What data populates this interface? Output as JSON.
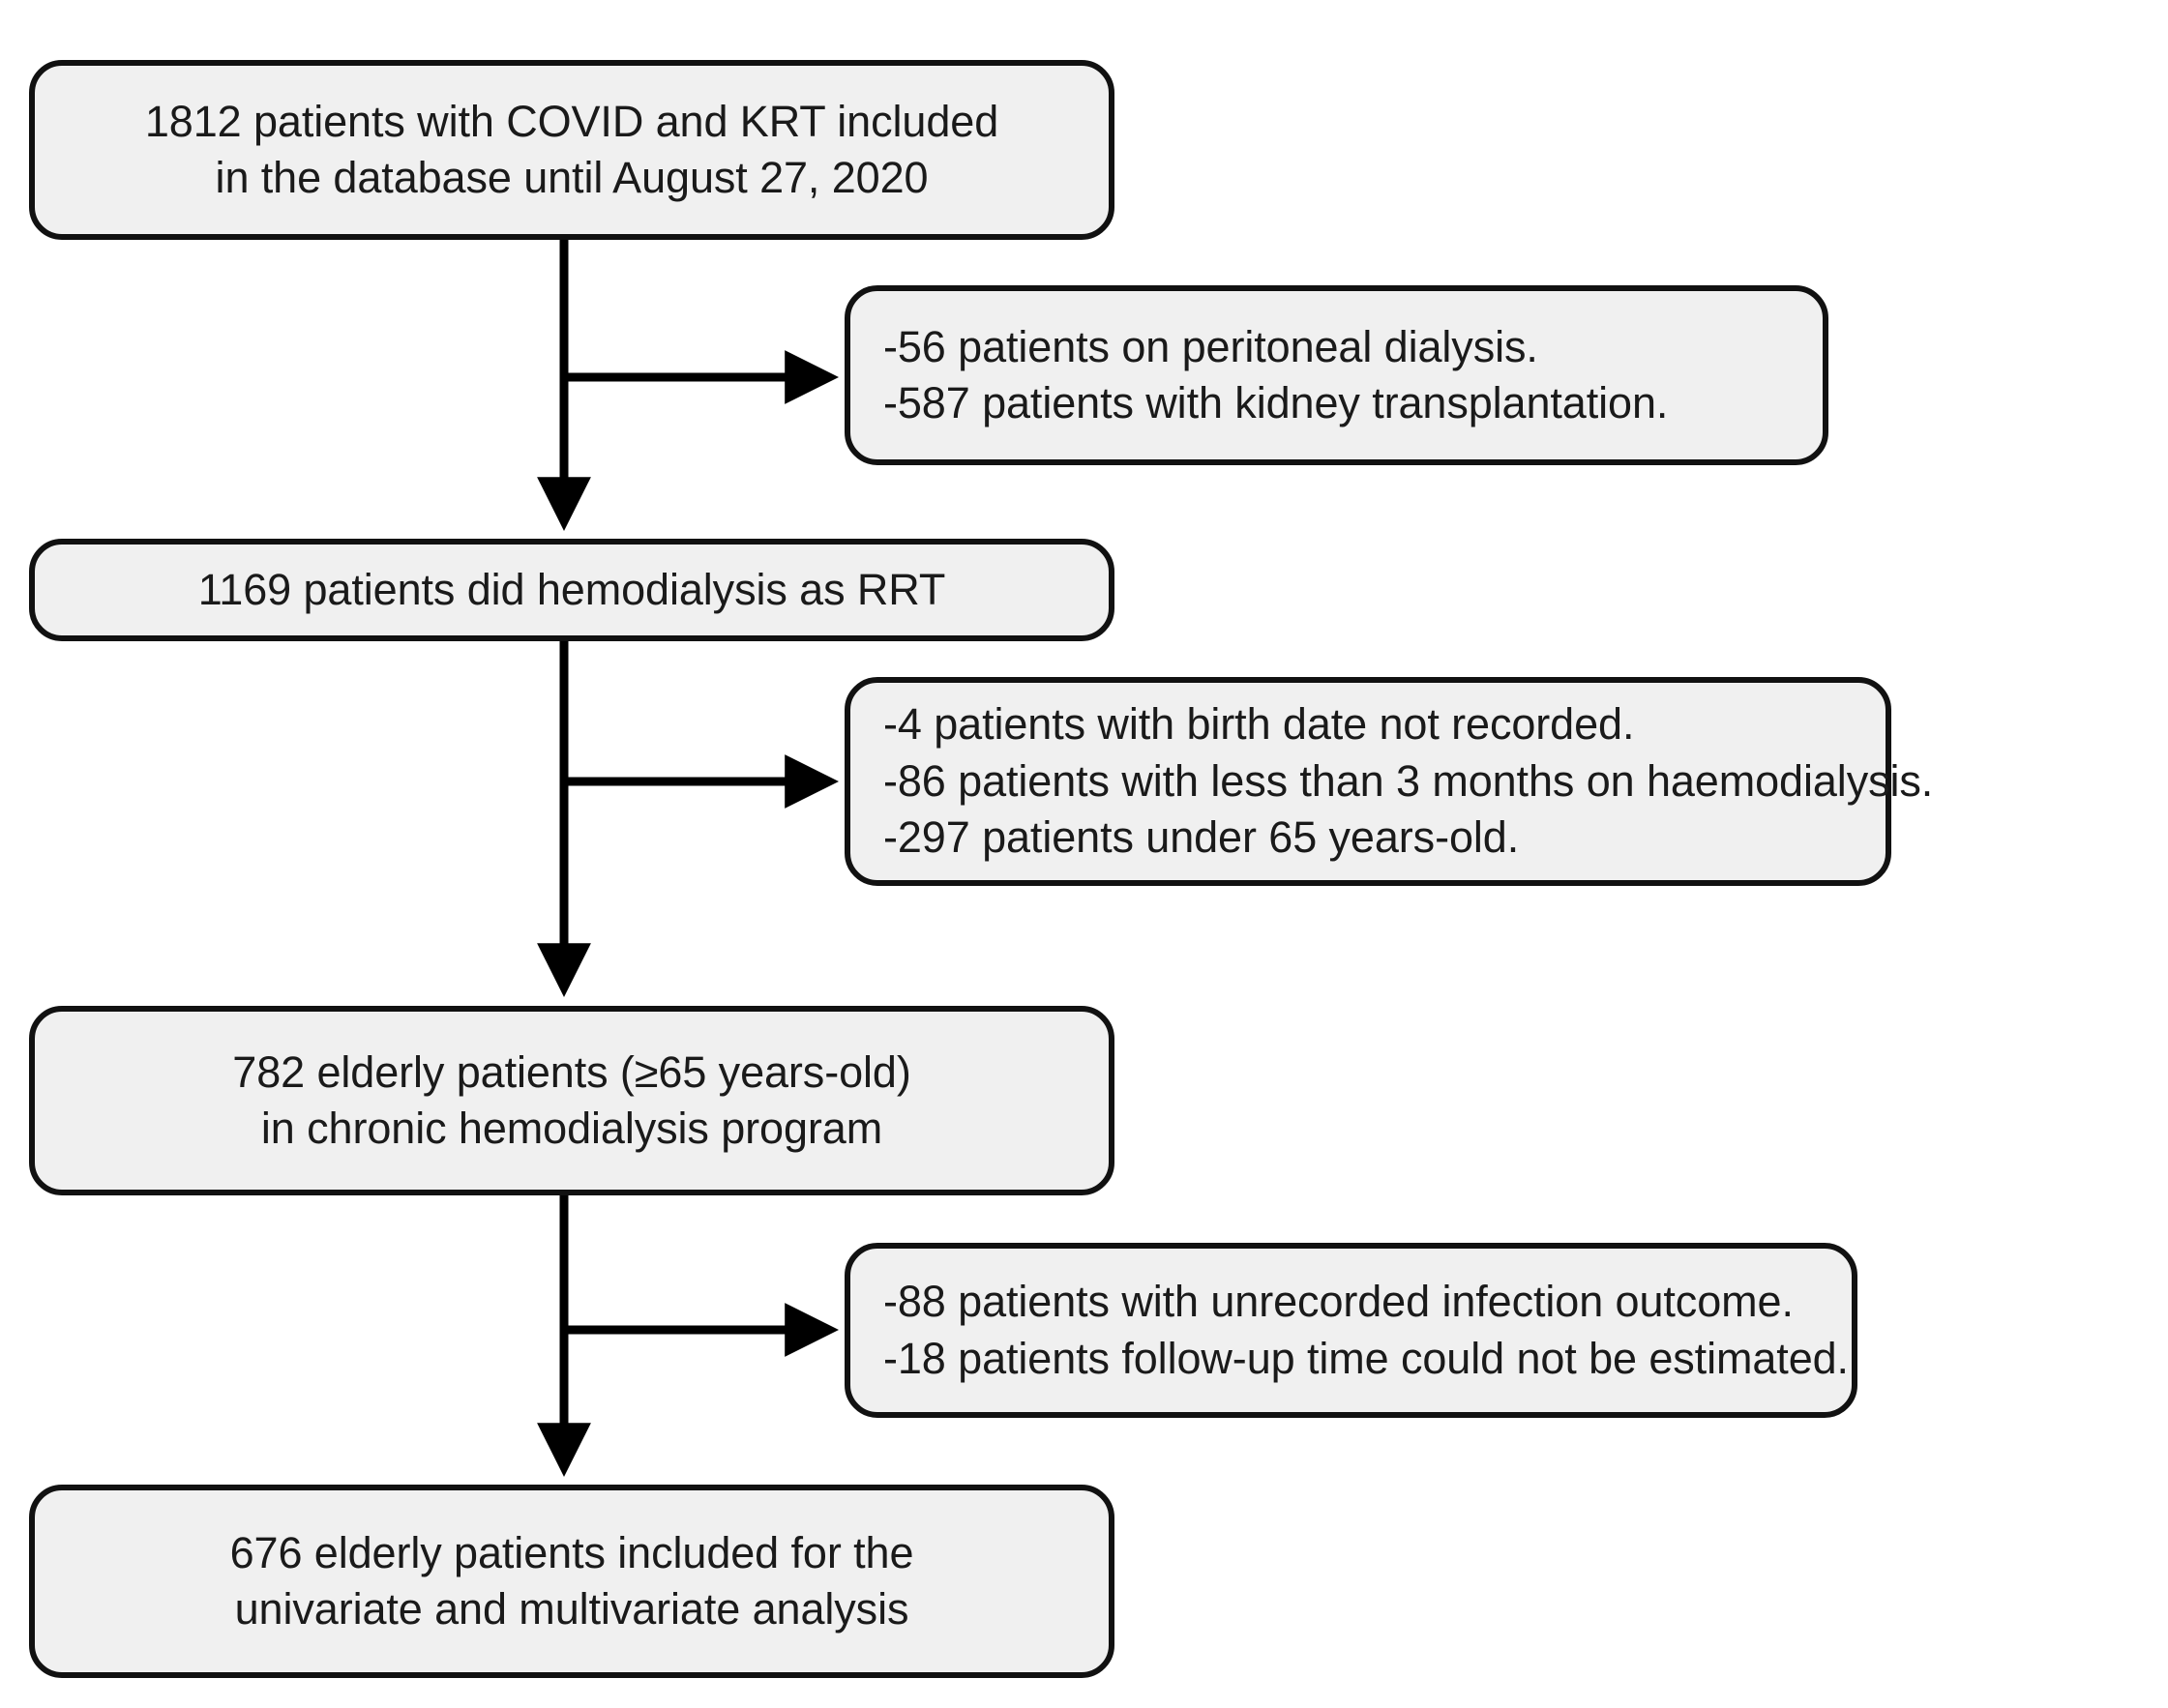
{
  "diagram": {
    "type": "flowchart",
    "title": "Patient selection flow diagram",
    "colors": {
      "node_fill": "#f0f0f0",
      "node_border": "#111111",
      "connector": "#000000",
      "text": "#1a1a1a",
      "background": "#ffffff"
    },
    "nodes": [
      {
        "id": "included",
        "kind": "main",
        "count": 1812,
        "lines": [
          "1812 patients with COVID and KRT included",
          "in the database until August 27, 2020"
        ]
      },
      {
        "id": "exclusion-1",
        "kind": "exclusion",
        "lines": [
          "-56 patients on peritoneal dialysis.",
          "-587 patients with kidney transplantation."
        ]
      },
      {
        "id": "hd-rrt",
        "kind": "main",
        "count": 1169,
        "lines": [
          "1169 patients did hemodialysis as RRT"
        ]
      },
      {
        "id": "exclusion-2",
        "kind": "exclusion",
        "lines": [
          "-4 patients with birth date not recorded.",
          "-86 patients with less than 3 months on haemodialysis.",
          "-297 patients under 65 years-old."
        ]
      },
      {
        "id": "elderly",
        "kind": "main",
        "count": 782,
        "lines": [
          "782 elderly patients (≥65 years-old)",
          "in chronic hemodialysis program"
        ]
      },
      {
        "id": "exclusion-3",
        "kind": "exclusion",
        "lines": [
          "-88 patients with unrecorded infection outcome.",
          "-18 patients follow-up time could not be estimated."
        ]
      },
      {
        "id": "final",
        "kind": "main",
        "count": 676,
        "lines": [
          "676 elderly patients included for the",
          "univariate and multivariate analysis"
        ]
      }
    ],
    "connectors": [
      {
        "id": "included-to-hd-rrt",
        "from": "included",
        "to": "hd-rrt",
        "direction": "down"
      },
      {
        "id": "included-to-exclusion-1",
        "from": "included",
        "to": "exclusion-1",
        "direction": "right"
      },
      {
        "id": "hd-rrt-to-elderly",
        "from": "hd-rrt",
        "to": "elderly",
        "direction": "down"
      },
      {
        "id": "hd-rrt-to-exclusion-2",
        "from": "hd-rrt",
        "to": "exclusion-2",
        "direction": "right"
      },
      {
        "id": "elderly-to-final",
        "from": "elderly",
        "to": "final",
        "direction": "down"
      },
      {
        "id": "elderly-to-exclusion-3",
        "from": "elderly",
        "to": "exclusion-3",
        "direction": "right"
      }
    ]
  }
}
